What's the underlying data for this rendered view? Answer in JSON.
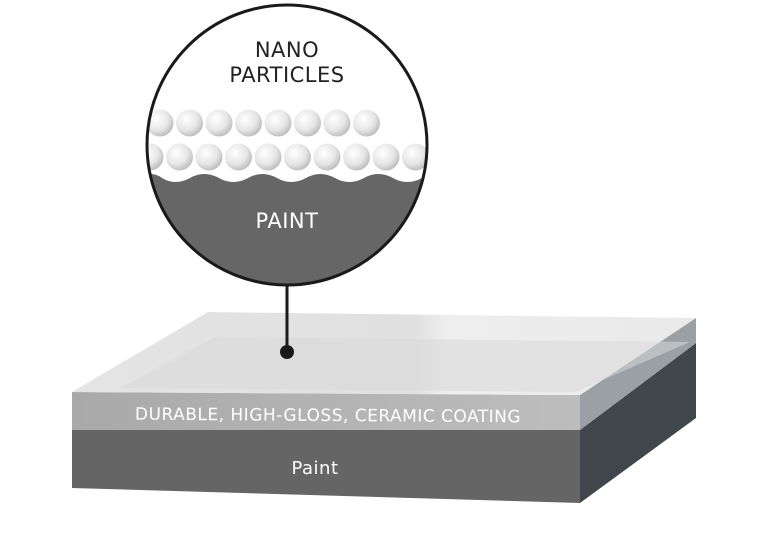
{
  "callout": {
    "title_line1": "NANO",
    "title_line2": "PARTICLES",
    "layer_label": "PAINT"
  },
  "slab": {
    "coating_label": "DURABLE, HIGH-GLOSS, CERAMIC COATING",
    "paint_label": "Paint"
  },
  "colors": {
    "paint_front": "#666666",
    "paint_side": "#3f474d",
    "coating_front": "#b3b3b3",
    "coating_top": "#e2e2e2",
    "particle": "#e9e9e9",
    "outline": "#1a1a1a"
  }
}
